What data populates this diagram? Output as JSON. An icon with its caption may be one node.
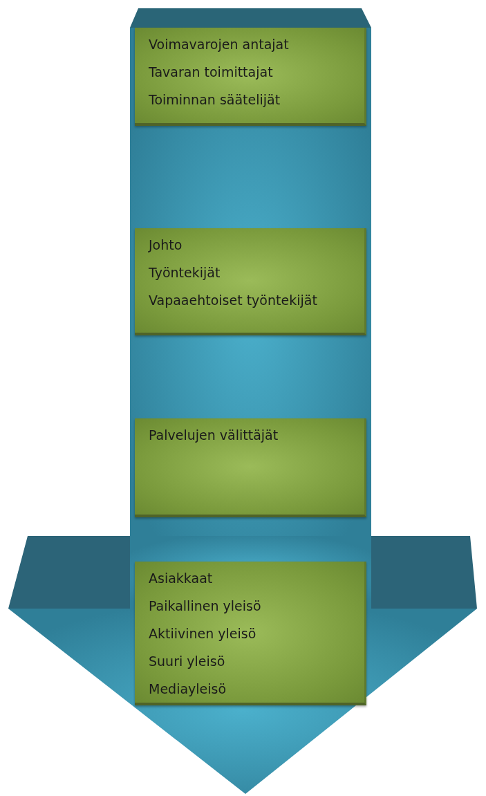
{
  "diagram": {
    "nodes": [
      {
        "text": [],
        "shape": "arrow"
      },
      {
        "text": [
          "Voimavarojen antajat",
          "Tavaran toimittajat",
          "Toiminnan säätelijät"
        ],
        "in": 0
      },
      {
        "text": [
          "Johto",
          "Työntekijät",
          "Vapaaehtoiset työntekijät"
        ],
        "in": 0
      },
      {
        "text": [
          "Palvelujen välittäjät"
        ],
        "in": 0
      },
      {
        "text": [
          "Asiakkaat",
          "Paikallinen yleisö",
          "Aktiivinen yleisö",
          "Suuri yleisö",
          "Mediayleisö"
        ],
        "in": 0
      }
    ]
  }
}
